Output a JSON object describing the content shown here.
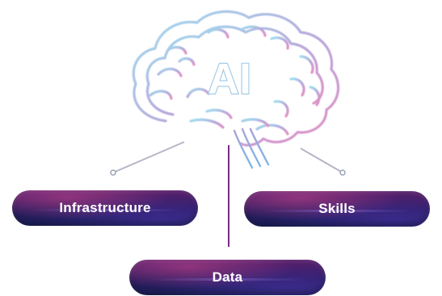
{
  "brain": {
    "label": "AI"
  },
  "nodes": {
    "infrastructure": "Infrastructure",
    "skills": "Skills",
    "data": "Data"
  },
  "colors": {
    "brain_outline_start": "#8fd3e8",
    "brain_outline_end": "#d98fc6",
    "connector_line": "#7a2a86",
    "pill_top": "#5a1f6e",
    "pill_bottom": "#1b1f5a"
  }
}
